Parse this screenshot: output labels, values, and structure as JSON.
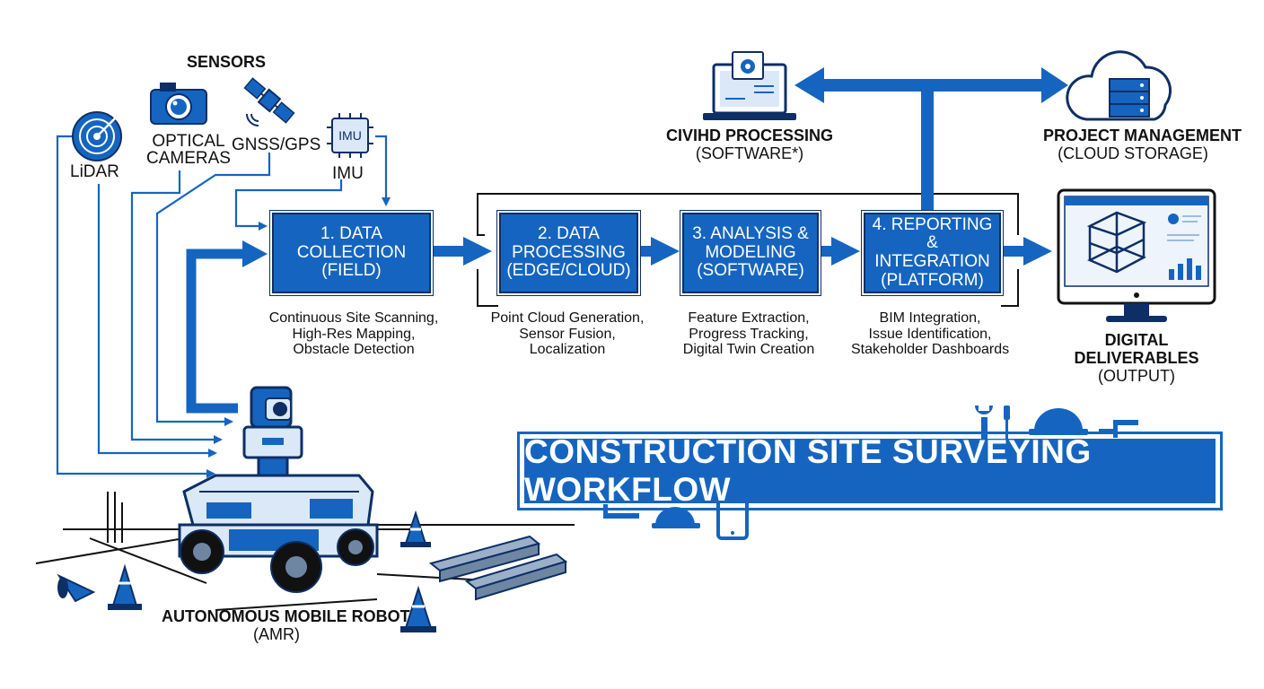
{
  "sensors": {
    "heading": "SENSORS",
    "lidar": "LiDAR",
    "optical_line1": "OPTICAL",
    "optical_line2": "CAMERAS",
    "gnss": "GNSS/GPS",
    "imu": "IMU",
    "imu_chip": "IMU"
  },
  "steps": [
    {
      "line1": "1. DATA",
      "line2": "COLLECTION",
      "line3": "(FIELD)",
      "desc": [
        "Continuous Site Scanning,",
        "High-Res Mapping,",
        "Obstacle Detection"
      ]
    },
    {
      "line1": "2. DATA",
      "line2": "PROCESSING",
      "line3": "(EDGE/CLOUD)",
      "desc": [
        "Point Cloud Generation,",
        "Sensor Fusion,",
        "Localization"
      ]
    },
    {
      "line1": "3. ANALYSIS &",
      "line2": "MODELING",
      "line3": "(SOFTWARE)",
      "desc": [
        "Feature Extraction,",
        "Progress Tracking,",
        "Digital Twin Creation"
      ]
    },
    {
      "line1": "4. REPORTING &",
      "line2": "INTEGRATION",
      "line3": "(PLATFORM)",
      "desc": [
        "BIM Integration,",
        "Issue Identification,",
        "Stakeholder Dashboards"
      ]
    }
  ],
  "cloud_processing": {
    "line1": "CIVIHD PROCESSING",
    "line2": "(SOFTWARE*)"
  },
  "project_management": {
    "line1": "PROJECT MANAGEMENT",
    "line2": "(CLOUD STORAGE)"
  },
  "deliverables": {
    "line1": "DIGITAL",
    "line2": "DELIVERABLES",
    "line3": "(OUTPUT)"
  },
  "robot": {
    "line1": "AUTONOMOUS MOBILE ROBOT",
    "line2": "(AMR)"
  },
  "banner": "CONSTRUCTION SITE SURVEYING WORKFLOW",
  "colors": {
    "accent": "#1565c0",
    "dark": "#0d2f66",
    "light": "#dbe8f7"
  }
}
